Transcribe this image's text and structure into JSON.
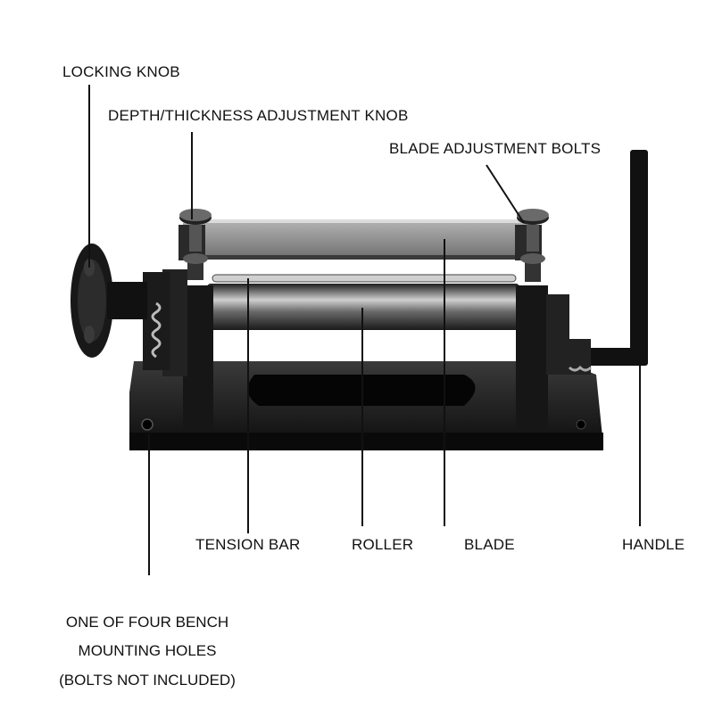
{
  "colors": {
    "background": "#ffffff",
    "machine_dark": "#151515",
    "machine_steel": "#9a9a9a",
    "leader_line": "#111111",
    "label_text": "#111111"
  },
  "labels": {
    "locking_knob": "LOCKING KNOB",
    "depth_knob": "DEPTH/THICKNESS ADJUSTMENT KNOB",
    "blade_bolts": "BLADE ADJUSTMENT BOLTS",
    "tension_bar": "TENSION BAR",
    "roller": "ROLLER",
    "blade": "BLADE",
    "handle": "HANDLE"
  },
  "mounting_note": {
    "line1": "ONE OF FOUR BENCH",
    "line2": "MOUNTING HOLES",
    "line3": "(BOLTS NOT INCLUDED)"
  }
}
